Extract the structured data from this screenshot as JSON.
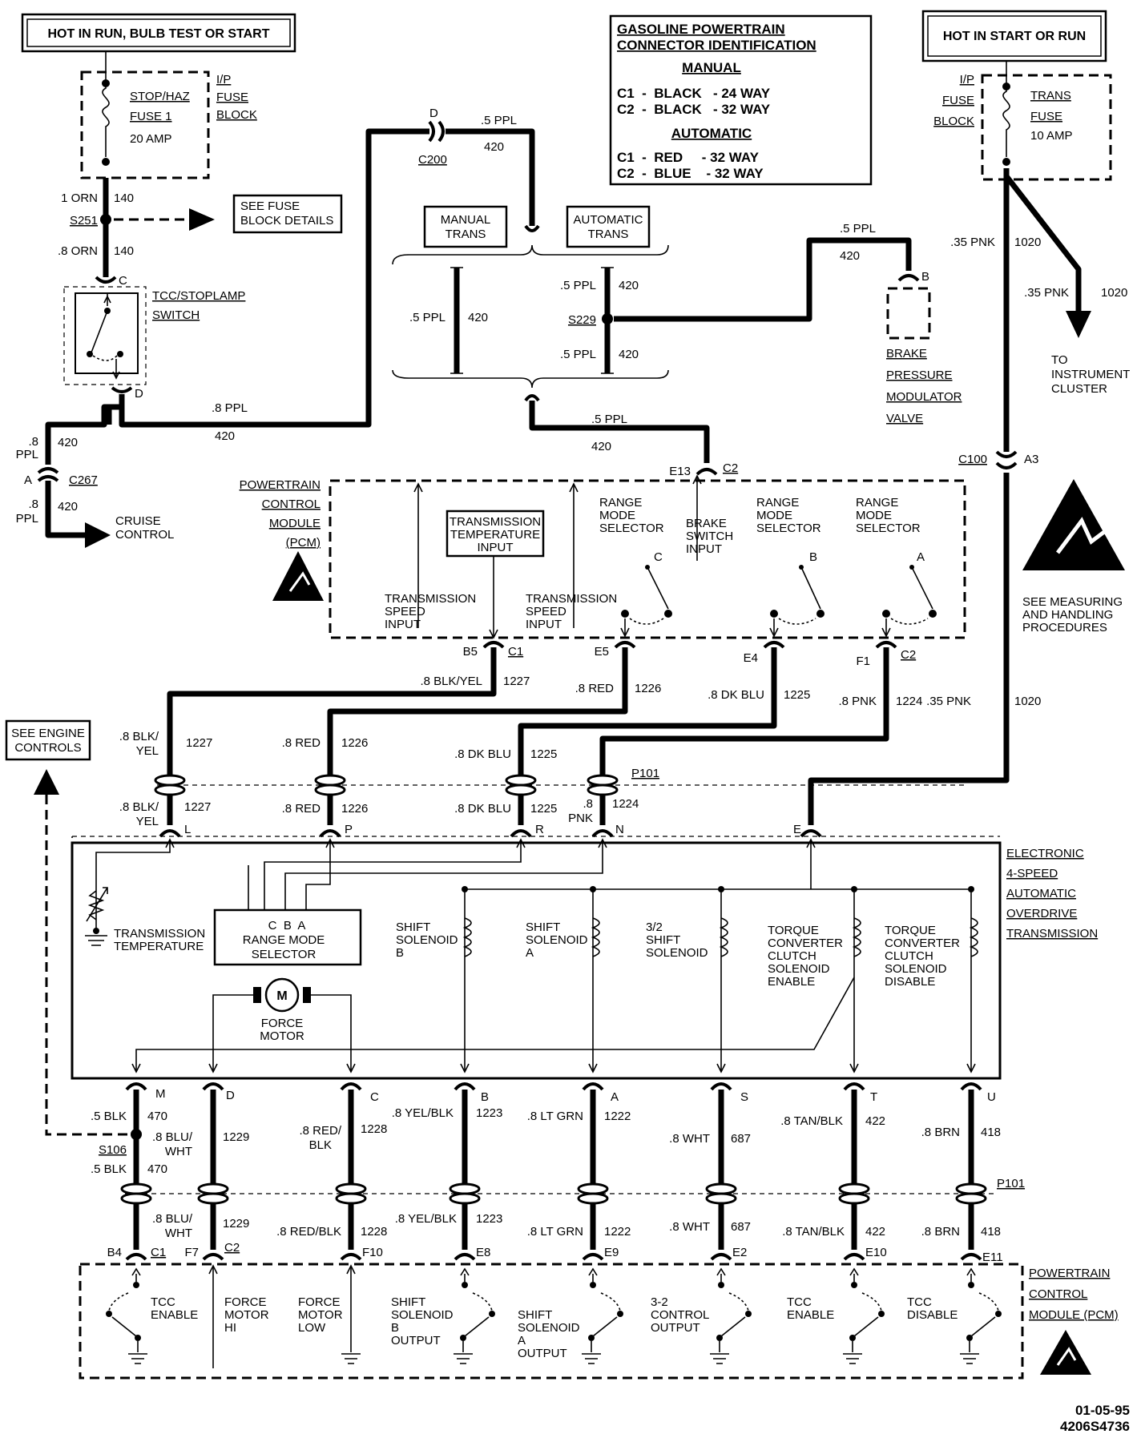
{
  "header": {
    "hot_left": "HOT IN RUN, BULB TEST OR START",
    "hot_right": "HOT IN START OR RUN"
  },
  "connector_id": {
    "title1": "GASOLINE POWERTRAIN",
    "title2": "CONNECTOR IDENTIFICATION",
    "manual": "MANUAL",
    "m_c1": "C1  -  BLACK   - 24 WAY",
    "m_c2": "C2  -  BLACK   - 32 WAY",
    "automatic": "AUTOMATIC",
    "a_c1": "C1  -  RED     - 32 WAY",
    "a_c2": "C2  -  BLUE    - 32 WAY"
  },
  "fuse_left": {
    "a": "I/P",
    "b": "FUSE",
    "c": "BLOCK",
    "d": "STOP/HAZ",
    "e": "FUSE 1",
    "f": "20 AMP"
  },
  "fuse_right": {
    "a": "I/P",
    "b": "FUSE",
    "c": "BLOCK",
    "d": "TRANS",
    "e": "FUSE",
    "f": "10 AMP"
  },
  "left_circuit": {
    "w1a": "1 ORN",
    "w1b": "140",
    "s251": "S251",
    "see_fuse1": "SEE FUSE",
    "see_fuse2": "BLOCK DETAILS",
    "w2a": ".8 ORN",
    "w2b": "140",
    "c": "C",
    "tcc1": "TCC/STOPLAMP",
    "tcc2": "SWITCH",
    "d": "D",
    "w3a": ".8 PPL",
    "w3b": "420",
    "w4a": ".8",
    "w4b": "PPL",
    "w4c": "420",
    "a": "A",
    "c267": "C267",
    "w5a": ".8",
    "w5b": "PPL",
    "w5c": "420",
    "cruise1": "CRUISE",
    "cruise2": "CONTROL"
  },
  "center_top": {
    "d": "D",
    "c200": "C200",
    "w1a": ".5 PPL",
    "w1b": "420",
    "manual1": "MANUAL",
    "manual2": "TRANS",
    "auto1": "AUTOMATIC",
    "auto2": "TRANS",
    "m_wa": ".5 PPL",
    "m_wb": "420",
    "a1a": ".5 PPL",
    "a1b": "420",
    "s229": "S229",
    "a2a": ".5 PPL",
    "a2b": "420",
    "b1": ".5 PPL",
    "b2": "420",
    "e13": "E13",
    "c2": "C2"
  },
  "brake": {
    "wa": ".5 PPL",
    "wb": "420",
    "b": "B",
    "l1": "BRAKE",
    "l2": "PRESSURE",
    "l3": "MODULATOR",
    "l4": "VALVE"
  },
  "right_circuit": {
    "w1a": ".35 PNK",
    "w1b": "1020",
    "w2a": ".35 PNK",
    "w2b": "1020",
    "to1": "TO",
    "to2": "INSTRUMENT",
    "to3": "CLUSTER",
    "c100": "C100",
    "a3": "A3",
    "esd1": "SEE MEASURING",
    "esd2": "AND HANDLING",
    "esd3": "PROCEDURES",
    "w3a": ".35 PNK",
    "w3b": "1020"
  },
  "pcm_top": {
    "t1": "POWERTRAIN",
    "t2": "CONTROL",
    "t3": "MODULE",
    "t4": "(PCM)",
    "tsi1a": "TRANSMISSION",
    "tsi1b": "SPEED",
    "tsi1c": "INPUT",
    "tti1": "TRANSMISSION",
    "tti2": "TEMPERATURE",
    "tti3": "INPUT",
    "tsi2a": "TRANSMISSION",
    "tsi2b": "SPEED",
    "tsi2c": "INPUT",
    "rms1a": "RANGE",
    "rms1b": "MODE",
    "rms1c": "SELECTOR",
    "rms1d": "C",
    "bsi1": "BRAKE",
    "bsi2": "SWITCH",
    "bsi3": "INPUT",
    "rms2a": "RANGE",
    "rms2b": "MODE",
    "rms2c": "SELECTOR",
    "rms2d": "B",
    "rms3a": "RANGE",
    "rms3b": "MODE",
    "rms3c": "SELECTOR",
    "rms3d": "A",
    "b5": "B5",
    "c1": "C1",
    "e5": "E5",
    "e4": "E4",
    "f1": "F1",
    "c2": "C2"
  },
  "mid_wires": {
    "w1227a": ".8 BLK/YEL",
    "w1227b": "1227",
    "w1226a": ".8 RED",
    "w1226b": "1226",
    "w1225a": ".8 DK BLU",
    "w1225b": "1225",
    "w1224a": ".8 PNK",
    "w1224b": "1224",
    "see_eng1": "SEE ENGINE",
    "see_eng2": "CONTROLS",
    "l1a": ".8 BLK/",
    "l1b": "YEL",
    "l1c": "1227",
    "l2a": ".8 RED",
    "l2b": "1226",
    "l3a": ".8 DK BLU",
    "l3b": "1225",
    "p101": "P101",
    "k1a": ".8 BLK/",
    "k1b": "YEL",
    "k1c": "1227",
    "k2a": ".8 RED",
    "k2b": "1226",
    "k3a": ".8 DK BLU",
    "k3b": "1225",
    "k4a": ".8",
    "k4b": "PNK",
    "k4c": "1224",
    "pl": "L",
    "pp": "P",
    "pr": "R",
    "pn": "N",
    "pe": "E"
  },
  "trans": {
    "t1": "ELECTRONIC",
    "t2": "4-SPEED",
    "t3": "AUTOMATIC",
    "t4": "OVERDRIVE",
    "t5": "TRANSMISSION",
    "tt1": "TRANSMISSION",
    "tt2": "TEMPERATURE",
    "rm_cba": "C  B  A",
    "rm1": "RANGE MODE",
    "rm2": "SELECTOR",
    "fm_m": "M",
    "fm1": "FORCE",
    "fm2": "MOTOR",
    "ssb1": "SHIFT",
    "ssb2": "SOLENOID",
    "ssb3": "B",
    "ssa1": "SHIFT",
    "ssa2": "SOLENOID",
    "ssa3": "A",
    "s32a": "3/2",
    "s32b": "SHIFT",
    "s32c": "SOLENOID",
    "tce1": "TORQUE",
    "tce2": "CONVERTER",
    "tce3": "CLUTCH",
    "tce4": "SOLENOID",
    "tce5": "ENABLE",
    "tcd1": "TORQUE",
    "tcd2": "CONVERTER",
    "tcd3": "CLUTCH",
    "tcd4": "SOLENOID",
    "tcd5": "DISABLE"
  },
  "bottom_wires": {
    "pm": "M",
    "pd": "D",
    "pc": "C",
    "pb": "B",
    "pa": "A",
    "ps": "S",
    "pt": "T",
    "pu": "U",
    "w470a": ".5 BLK",
    "w470b": "470",
    "s106": "S106",
    "w470c": ".5 BLK",
    "w470d": "470",
    "w1229a": ".8 BLU/",
    "w1229b": "WHT",
    "w1229c": "1229",
    "w1228a": ".8 RED/",
    "w1228b": "BLK",
    "w1228c": "1228",
    "w1223a": ".8 YEL/BLK",
    "w1223b": "1223",
    "w1222a": ".8 LT GRN",
    "w1222b": "1222",
    "w687a": ".8 WHT",
    "w687b": "687",
    "w422a": ".8 TAN/BLK",
    "w422b": "422",
    "w418a": ".8 BRN",
    "w418b": "418",
    "p101": "P101",
    "l1229a": ".8 BLU/",
    "l1229b": "WHT",
    "l1229c": "1229",
    "l1228a": ".8 RED/BLK",
    "l1228b": "1228",
    "l1223a": ".8 YEL/BLK",
    "l1223b": "1223",
    "l1222a": ".8 LT GRN",
    "l1222b": "1222",
    "l687a": ".8 WHT",
    "l687b": "687",
    "l422a": ".8 TAN/BLK",
    "l422b": "422",
    "l418a": ".8 BRN",
    "l418b": "418",
    "b4": "B4",
    "c1": "C1",
    "f7": "F7",
    "c2": "C2",
    "f10": "F10",
    "e8": "E8",
    "e9": "E9",
    "e2": "E2",
    "e10": "E10",
    "e11": "E11"
  },
  "pcm_bottom": {
    "t1": "POWERTRAIN",
    "t2": "CONTROL",
    "t3": "MODULE  (PCM)",
    "tcce1": "TCC",
    "tcce2": "ENABLE",
    "fmh1": "FORCE",
    "fmh2": "MOTOR",
    "fmh3": "HI",
    "fml1": "FORCE",
    "fml2": "MOTOR",
    "fml3": "LOW",
    "ssbo1": "SHIFT",
    "ssbo2": "SOLENOID",
    "ssbo3": "B",
    "ssbo4": "OUTPUT",
    "ssao1": "SHIFT",
    "ssao2": "SOLENOID",
    "ssao3": "A",
    "ssao4": "OUTPUT",
    "cco1": "3-2",
    "cco2": "CONTROL",
    "cco3": "OUTPUT",
    "tcc2a": "TCC",
    "tcc2b": "ENABLE",
    "tccd1": "TCC",
    "tccd2": "DISABLE"
  },
  "footer": {
    "date": "01-05-95",
    "code": "4206S4736"
  }
}
